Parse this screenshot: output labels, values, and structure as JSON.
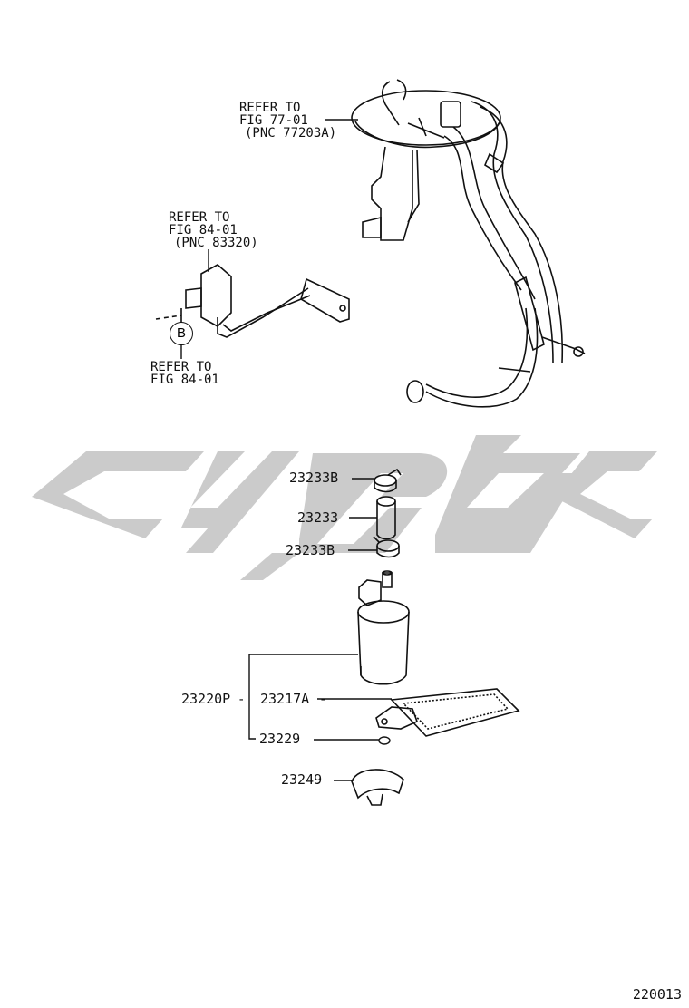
{
  "callouts": {
    "pump_module_ref": {
      "line1": "REFER TO",
      "line2": "FIG 77-01",
      "line3": "(PNC 77203A)"
    },
    "gauge_ref": {
      "line1": "REFER TO",
      "line2": "FIG 84-01",
      "line3": "(PNC 83320)"
    },
    "b_ref": {
      "line1": "REFER TO",
      "line2": "FIG 84-01"
    },
    "b_marker": "B"
  },
  "parts": {
    "p23233B_top": "23233B",
    "p23233": "23233",
    "p23233B_bottom": "23233B",
    "p23220P": "23220P",
    "p23217A": "23217A",
    "p23229": "23229",
    "p23249": "23249"
  },
  "figure_number": "220013",
  "colors": {
    "line": "#111111",
    "watermark": "#c9c9c9"
  }
}
